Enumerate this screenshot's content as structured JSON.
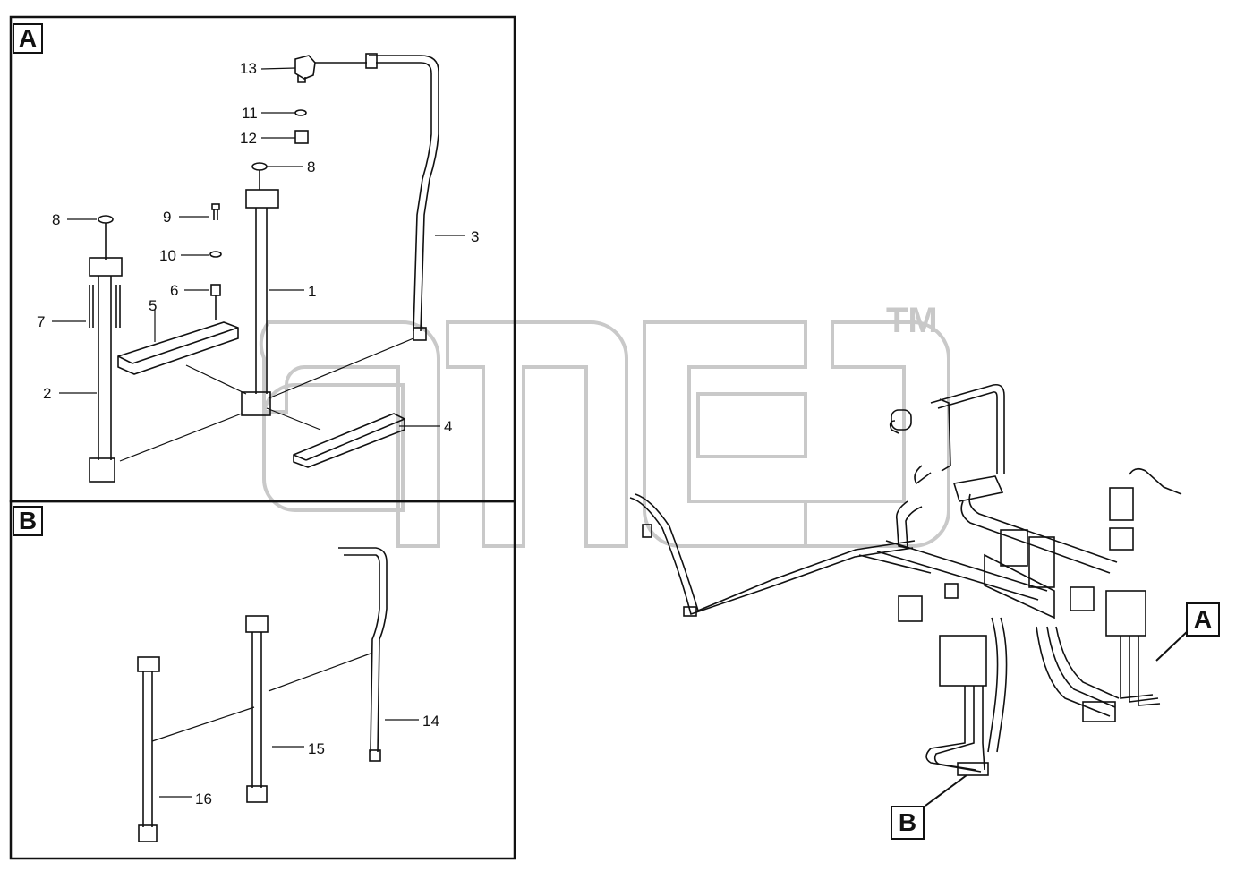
{
  "panels": {
    "a": {
      "label": "A"
    },
    "b": {
      "label": "B"
    }
  },
  "assembly_labels": {
    "a": "A",
    "b": "B"
  },
  "callouts": {
    "n1": "1",
    "n2": "2",
    "n3": "3",
    "n4": "4",
    "n5": "5",
    "n6": "6",
    "n7": "7",
    "n8a": "8",
    "n8b": "8",
    "n9": "9",
    "n10": "10",
    "n11": "11",
    "n12": "12",
    "n13": "13",
    "n14": "14",
    "n15": "15",
    "n16": "16"
  },
  "watermark": {
    "tm": "TM"
  }
}
